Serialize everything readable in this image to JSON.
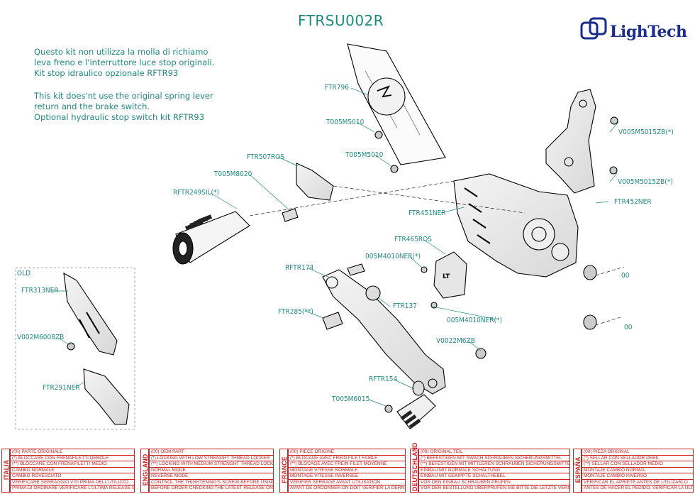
{
  "title": "FTRSU002R",
  "notes": {
    "it": [
      "Questo kit non utilizza la molla di richiamo",
      "leva freno e l'interruttore luce stop originali.",
      "Kit stop idraulico opzionale RFTR93"
    ],
    "en": [
      "This kit does'nt use the original spring lever",
      "return and the brake switch.",
      "Optional hydraulic stop switch kit RFTR93"
    ]
  },
  "logo": {
    "text": "LighTech",
    "color": "#1a2c8c"
  },
  "old_label": "OLD",
  "parts": {
    "ftr796": "FTR796",
    "t005m5010_a": "T005M5010",
    "t005m5010_b": "T005M5010",
    "v005m5015zb_a": "V005M5015ZB(*)",
    "v005m5015zb_b": "V005M5015ZB(*)",
    "ftr452ner": "FTR452NER",
    "ftr507ros": "FTR507ROS",
    "t005m8020": "T005M8020",
    "rftr249sil": "RFTR249SIL(*)",
    "ftr451ner": "FTR451NER",
    "ftr465ros": "FTR465ROS",
    "m4010_a": "005M4010NER(*)",
    "m4010_b": "005M4010NER(*)",
    "ftr174": "RFTR174",
    "ftr137": "FTR137",
    "ftr285": "FTR285(**)",
    "v0022m6zb": "V0022M6ZB",
    "rftr154": "RFTR154",
    "t005m6015": "T005M6015",
    "ftr313ner": "FTR313NER",
    "v002m6008zb": "V002M6008ZB",
    "ftr291ner": "FTR291NER",
    "oo_a": "00",
    "oo_b": "00"
  },
  "legend": [
    {
      "country": "ITALIA",
      "rows": [
        "(00) PARTE ORIGINALE",
        "(*)  BLOCCARE CON FRENAFILETTI DEBOLE",
        "(**) BLOCCARE CON FRENAFILETTI MEDIO",
        "CAMBIO NORMALE",
        "CAMBIO ROVESCIATO",
        "VERIFICARE SERRAGGIO VITI PRIMA DELL'UTILIZZO",
        "PRIMA DI ORDINARE VERIFICARE L'ULTIMA RELEASE SUL SITO"
      ]
    },
    {
      "country": "ENGLAND",
      "rows": [
        "(00) OEM PART",
        "(*)  LOCKING WITH LOW STRENGHT THREAD LOCKER",
        "(**) LOCKING WITH MEDIUM STRENGHT THREAD LOCKER",
        "NORMAL MODE",
        "REVERSE MODE",
        "CONTROL THE THIGHTENING'S SCREW BEFORE USING",
        "BEFORE ORDER CHECKING THE LATEST RELEASE ON WEBSITE"
      ]
    },
    {
      "country": "FRANCE",
      "rows": [
        "(00) PIECE ORIGINE",
        "(*)  BLOCAGE AVEC FREIN FILET FAIBLE",
        "(**) BLOCAGE AVEC FREIN FILET MOYENNE",
        "MONTAGE VITESSE NORMALE",
        "MONTAGE VITESSE INVERSEE",
        "VERIFIER SERRAGE AVANT UTILISATION",
        "AVANT DE ORDONNER ON DOIT VERIFIER LA DERNIERE RELEASE SUR LE SITE INTERNET"
      ]
    },
    {
      "country": "DEUTSCHLAND",
      "rows": [
        "(00) ORIGINAL TEIL",
        "(*)  BEFESTIGEN MIT SWACH SCHRAUBEN SICHERUNGSMITTEL",
        "(**) BEFESTIGEN MIT MITTLEREN SCHRAUBEN SICHERUNGSMITTEL",
        "EINBAU MIT NORMALE SCHALTUNG",
        "EINBAU MIT GEKIPPTE SCHALTHEBEL",
        "VOR DEN EINBAU SCHRAUBEN PRUFEN",
        "VOR DER BESTELLUNG UBERPRUFEN SIE BITTE DIE LETZTE VERSION DIESER ARTIKEL AUF DER INTERNET SEITE VON LIGHTECH"
      ]
    },
    {
      "country": "ESPAÑA",
      "rows": [
        "(00) PIEZA ORIGINAL",
        "(*)  SELLAR CON SELLADOR DEBIL",
        "(**) SELLAR CON SELLADOR MEDIO",
        "MONTAJE CAMBIO NORMAL",
        "MONTAJE CAMBIO INVERSO",
        "VERIFICAR EL APRIETE ANTES DE UTILIZARLO",
        "ANTES DE HACER EL PEDIDO, VERIFICAR LA ULTIMA VERSION EN LA WEB LIGHTECH"
      ]
    }
  ]
}
